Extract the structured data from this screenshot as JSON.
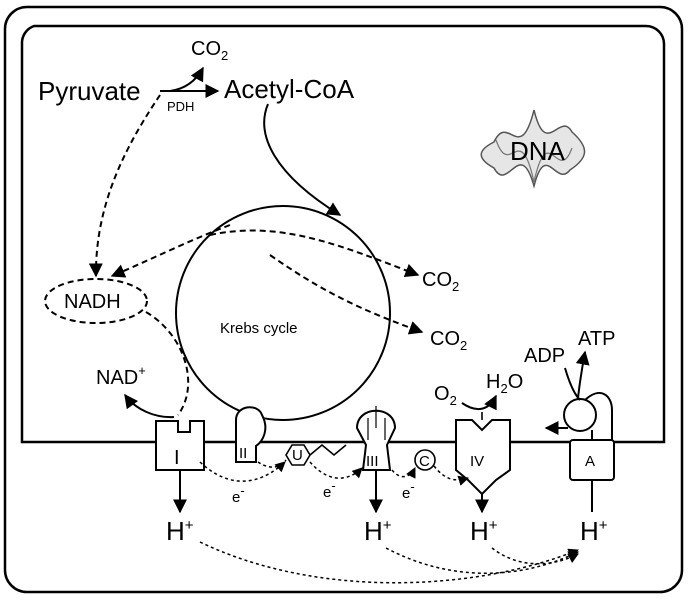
{
  "molecules": {
    "pyruvate": "Pyruvate",
    "acetyl_coa": "Acetyl-CoA",
    "enzyme_pdh": "PDH",
    "co2": "CO",
    "sub_2": "2",
    "nadh": "NADH",
    "nad": "NAD",
    "nad_sup": "+",
    "o2": "O",
    "h2o_h": "H",
    "h2o_o": "O",
    "adp": "ADP",
    "atp": "ATP",
    "electron": "e",
    "electron_sup": "-",
    "proton": "H",
    "proton_sup": "+"
  },
  "labels": {
    "krebs": "Krebs cycle",
    "dna": "DNA"
  },
  "complexes": {
    "c1": "I",
    "c2": "II",
    "c3": "III",
    "c4": "IV",
    "atp_synthase": "A",
    "ubiquinone": "U",
    "cytochrome_c": "C"
  },
  "colors": {
    "stroke": "#000000",
    "fill": "#ffffff",
    "helix": "#777777"
  }
}
